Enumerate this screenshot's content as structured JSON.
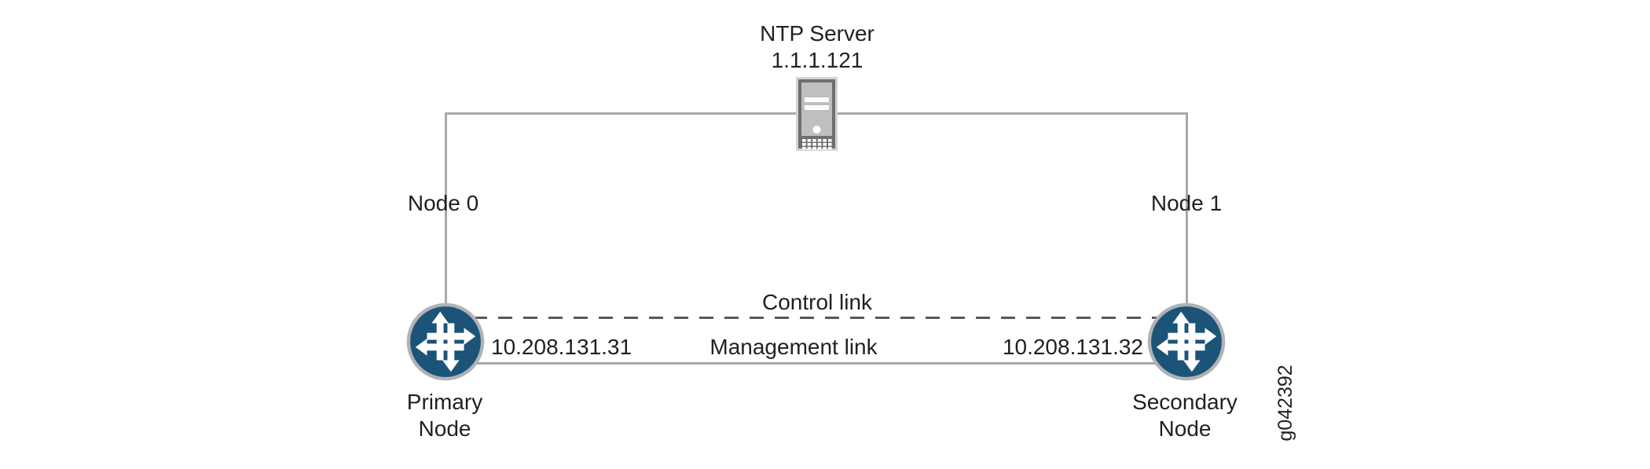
{
  "figure": {
    "id": "g042392"
  },
  "ntp_server": {
    "name": "NTP Server",
    "ip": "1.1.1.121"
  },
  "nodes": [
    {
      "label": "Node 0",
      "ip": "10.208.131.31",
      "role": "Primary Node"
    },
    {
      "label": "Node 1",
      "ip": "10.208.131.32",
      "role": "Secondary Node"
    }
  ],
  "links": {
    "control": {
      "label": "Control link",
      "style": "dashed"
    },
    "management": {
      "label": "Management link",
      "style": "solid"
    }
  },
  "colors": {
    "router_blue": "#1B5478",
    "router_ring": "#B0B2B5",
    "line_gray": "#A7A9AC",
    "dash_gray": "#57585A",
    "server_body": "#BDBFC1",
    "server_frame": "#6E6F71",
    "server_outline": "#D2D3D5",
    "text": "#231F20"
  }
}
